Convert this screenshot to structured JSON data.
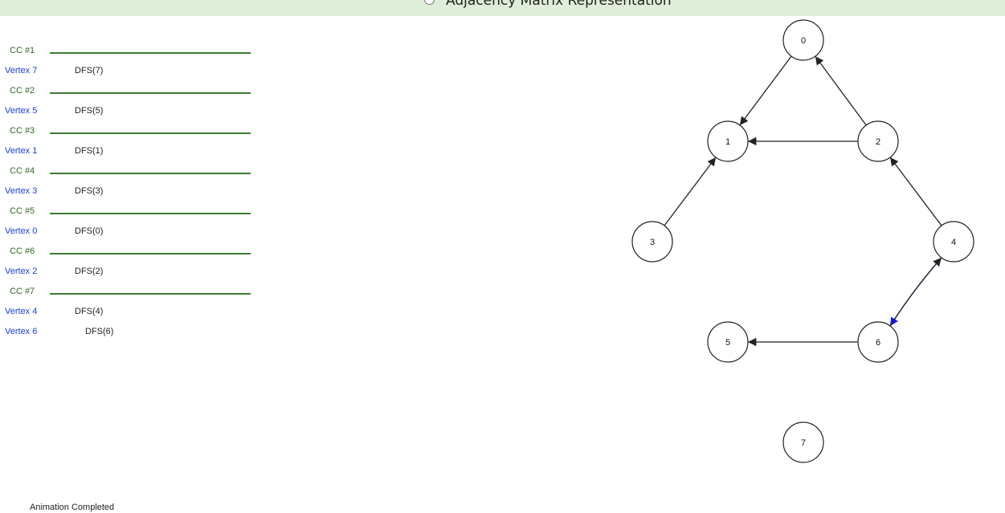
{
  "header": {
    "option_label": "Adjacency Matrix Representation"
  },
  "log": {
    "rows": [
      {
        "kind": "cc",
        "label": "CC #1"
      },
      {
        "kind": "vertex",
        "vertex": "Vertex 7",
        "call": "DFS(7)"
      },
      {
        "kind": "cc",
        "label": "CC #2"
      },
      {
        "kind": "vertex",
        "vertex": "Vertex 5",
        "call": "DFS(5)"
      },
      {
        "kind": "cc",
        "label": "CC #3"
      },
      {
        "kind": "vertex",
        "vertex": "Vertex 1",
        "call": "DFS(1)"
      },
      {
        "kind": "cc",
        "label": "CC #4"
      },
      {
        "kind": "vertex",
        "vertex": "Vertex 3",
        "call": "DFS(3)"
      },
      {
        "kind": "cc",
        "label": "CC #5"
      },
      {
        "kind": "vertex",
        "vertex": "Vertex 0",
        "call": "DFS(0)"
      },
      {
        "kind": "cc",
        "label": "CC #6"
      },
      {
        "kind": "vertex",
        "vertex": "Vertex 2",
        "call": "DFS(2)"
      },
      {
        "kind": "cc",
        "label": "CC #7"
      },
      {
        "kind": "vertex",
        "vertex": "Vertex 4",
        "call": "DFS(4)"
      },
      {
        "kind": "vertex",
        "vertex": "Vertex 6",
        "call": "DFS(6)",
        "indent": true
      }
    ]
  },
  "graph": {
    "nodes": [
      {
        "id": "0",
        "label": "0"
      },
      {
        "id": "1",
        "label": "1"
      },
      {
        "id": "2",
        "label": "2"
      },
      {
        "id": "3",
        "label": "3"
      },
      {
        "id": "4",
        "label": "4"
      },
      {
        "id": "5",
        "label": "5"
      },
      {
        "id": "6",
        "label": "6"
      },
      {
        "id": "7",
        "label": "7"
      }
    ],
    "edges": [
      {
        "from": "0",
        "to": "1",
        "highlight": false
      },
      {
        "from": "2",
        "to": "0",
        "highlight": false
      },
      {
        "from": "2",
        "to": "1",
        "highlight": false
      },
      {
        "from": "3",
        "to": "1",
        "highlight": false
      },
      {
        "from": "4",
        "to": "2",
        "highlight": false
      },
      {
        "from": "4",
        "to": "6",
        "highlight": true
      },
      {
        "from": "6",
        "to": "4",
        "highlight": false
      },
      {
        "from": "6",
        "to": "5",
        "highlight": false
      }
    ],
    "colors": {
      "edge": "#222222",
      "highlight_edge": "#1a1aff"
    }
  },
  "status": {
    "text": "Animation Completed"
  }
}
